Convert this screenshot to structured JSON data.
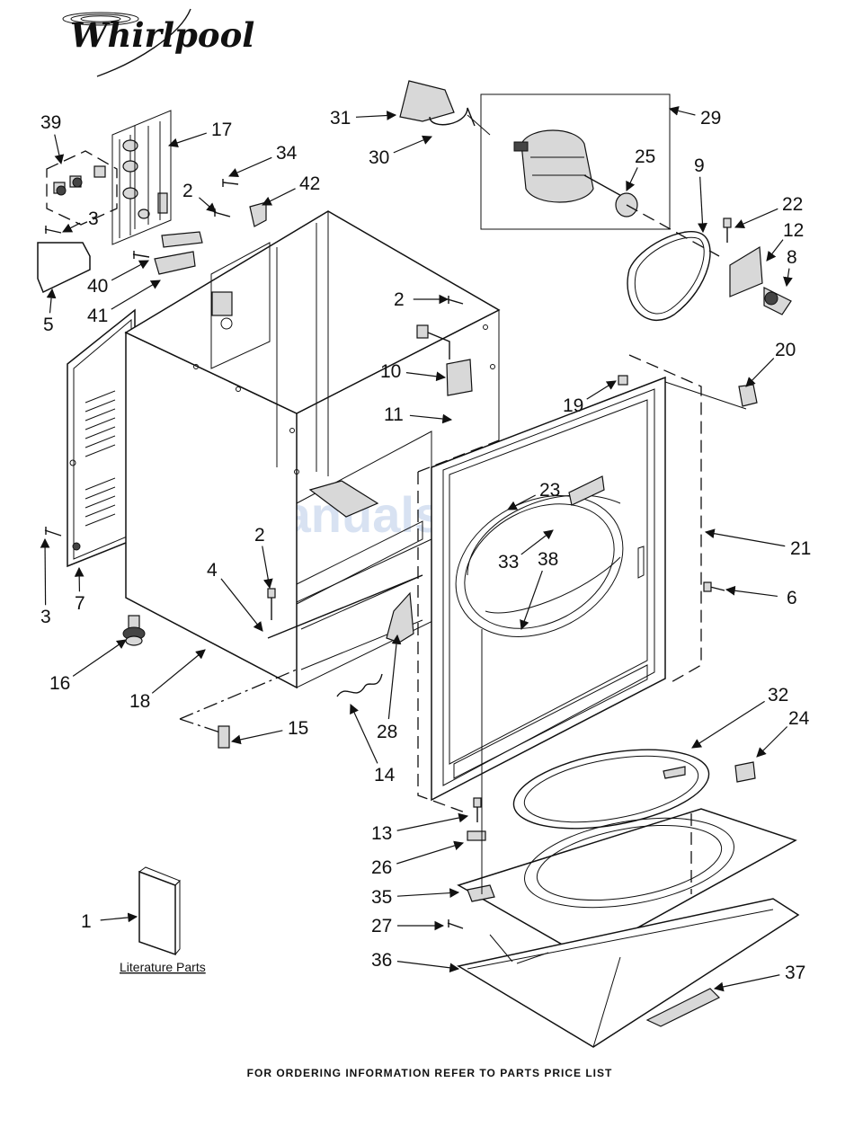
{
  "brand": {
    "name": "Whirlpool",
    "logo_icon": "whirlpool-swirl-logo-icon"
  },
  "watermark": "ManualsLib.com",
  "literature_label": "Literature Parts",
  "footer": "FOR ORDERING INFORMATION REFER TO PARTS PRICE LIST",
  "callouts": [
    {
      "id": "c1",
      "label": "1"
    },
    {
      "id": "c2a",
      "label": "2"
    },
    {
      "id": "c2b",
      "label": "2"
    },
    {
      "id": "c2c",
      "label": "2"
    },
    {
      "id": "c3a",
      "label": "3"
    },
    {
      "id": "c3b",
      "label": "3"
    },
    {
      "id": "c4",
      "label": "4"
    },
    {
      "id": "c5",
      "label": "5"
    },
    {
      "id": "c6",
      "label": "6"
    },
    {
      "id": "c7",
      "label": "7"
    },
    {
      "id": "c8",
      "label": "8"
    },
    {
      "id": "c9",
      "label": "9"
    },
    {
      "id": "c10",
      "label": "10"
    },
    {
      "id": "c11",
      "label": "11"
    },
    {
      "id": "c12",
      "label": "12"
    },
    {
      "id": "c13",
      "label": "13"
    },
    {
      "id": "c14",
      "label": "14"
    },
    {
      "id": "c15",
      "label": "15"
    },
    {
      "id": "c16",
      "label": "16"
    },
    {
      "id": "c17",
      "label": "17"
    },
    {
      "id": "c18",
      "label": "18"
    },
    {
      "id": "c19",
      "label": "19"
    },
    {
      "id": "c20",
      "label": "20"
    },
    {
      "id": "c21",
      "label": "21"
    },
    {
      "id": "c22",
      "label": "22"
    },
    {
      "id": "c23",
      "label": "23"
    },
    {
      "id": "c24",
      "label": "24"
    },
    {
      "id": "c25",
      "label": "25"
    },
    {
      "id": "c26",
      "label": "26"
    },
    {
      "id": "c27",
      "label": "27"
    },
    {
      "id": "c28",
      "label": "28"
    },
    {
      "id": "c29",
      "label": "29"
    },
    {
      "id": "c30",
      "label": "30"
    },
    {
      "id": "c31",
      "label": "31"
    },
    {
      "id": "c32",
      "label": "32"
    },
    {
      "id": "c33",
      "label": "33"
    },
    {
      "id": "c34",
      "label": "34"
    },
    {
      "id": "c35",
      "label": "35"
    },
    {
      "id": "c36",
      "label": "36"
    },
    {
      "id": "c37",
      "label": "37"
    },
    {
      "id": "c38",
      "label": "38"
    },
    {
      "id": "c39",
      "label": "39"
    },
    {
      "id": "c40",
      "label": "40"
    },
    {
      "id": "c41",
      "label": "41"
    },
    {
      "id": "c42",
      "label": "42"
    }
  ]
}
